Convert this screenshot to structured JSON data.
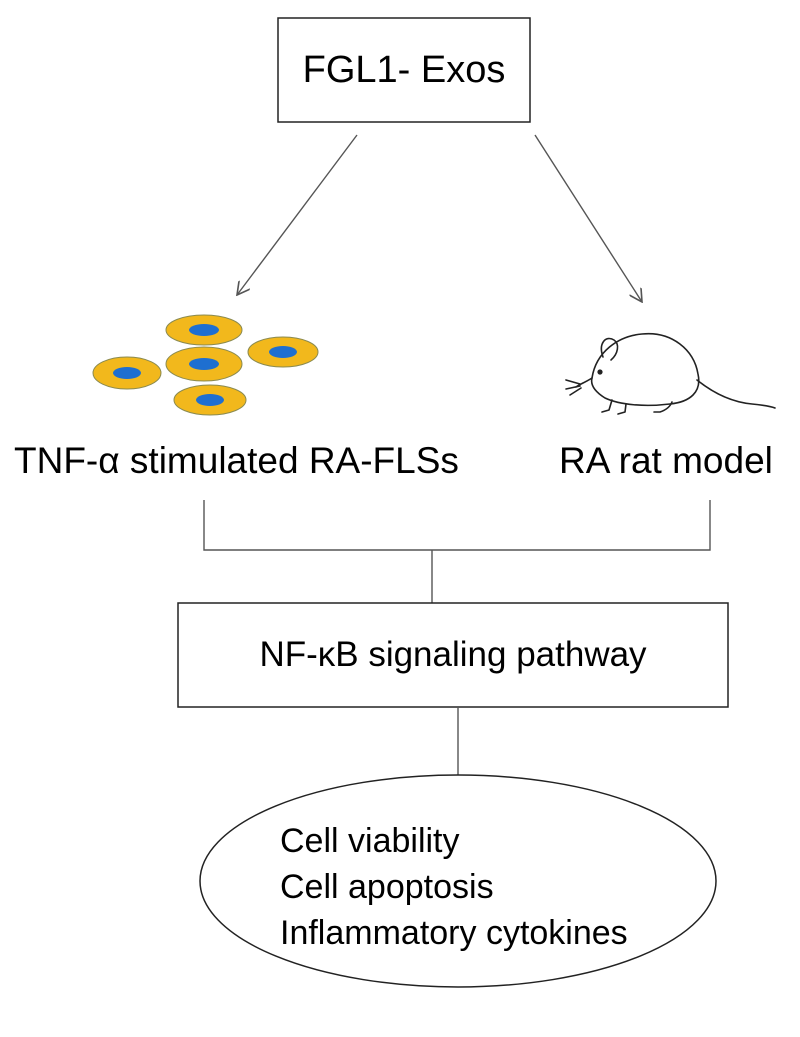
{
  "top_box": {
    "label": "FGL1- Exos"
  },
  "branches": {
    "left_label": "TNF-α stimulated RA-FLSs",
    "right_label": "RA rat model"
  },
  "middle_box": {
    "label": "NF-κB signaling pathway"
  },
  "outcomes": {
    "items": [
      "Cell viability",
      "Cell apoptosis",
      "Inflammatory cytokines"
    ]
  },
  "colors": {
    "line": "#555555",
    "cell_body": "#f2b81c",
    "cell_nucleus": "#1e6fd0"
  },
  "icons": {
    "left": "cells-icon",
    "right": "rat-icon"
  }
}
